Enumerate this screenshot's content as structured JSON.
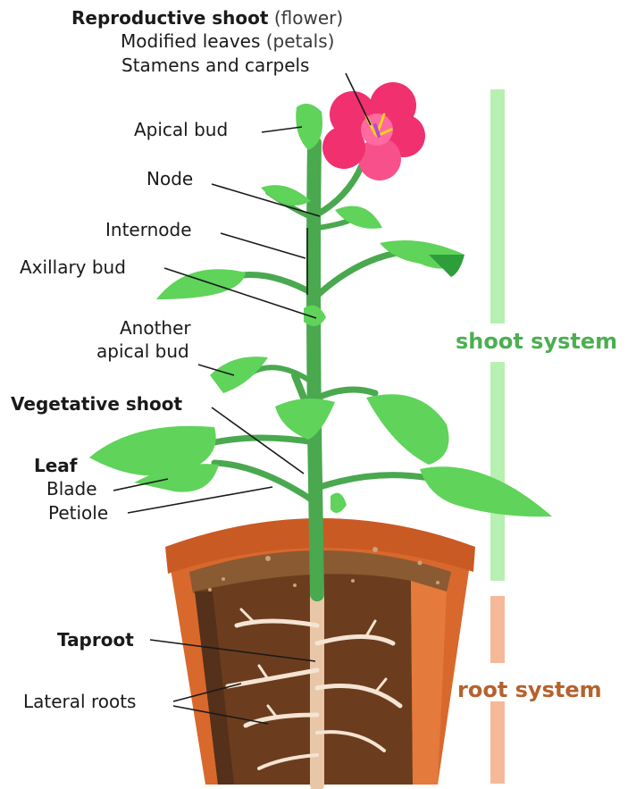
{
  "labels": {
    "reproductive_shoot": "Reproductive shoot",
    "reproductive_shoot_note": "(flower)",
    "modified_leaves": "Modified leaves",
    "modified_leaves_note": "(petals)",
    "stamens_carpels": "Stamens and carpels",
    "apical_bud": "Apical bud",
    "node": "Node",
    "internode": "Internode",
    "axillary_bud": "Axillary bud",
    "another_apical_bud_line1": "Another",
    "another_apical_bud_line2": "apical bud",
    "vegetative_shoot": "Vegetative shoot",
    "leaf": "Leaf",
    "blade": "Blade",
    "petiole": "Petiole",
    "taproot": "Taproot",
    "lateral_roots": "Lateral roots"
  },
  "systems": {
    "shoot": {
      "label": "shoot system",
      "text_color": "#4caf50",
      "bar_color": "#b7f0b0"
    },
    "root": {
      "label": "root system",
      "text_color": "#b5622e",
      "bar_color": "#f5b99a"
    }
  },
  "colors": {
    "leaf": "#5fd35a",
    "leaf_dark": "#2e9e3a",
    "stem": "#4aa84f",
    "flower": "#f0306f",
    "flower_center": "#ff6aa0",
    "pot": "#d8682c",
    "pot_dark": "#b2501f",
    "soil": "#6b3d1e",
    "root": "#f5e4d3"
  }
}
